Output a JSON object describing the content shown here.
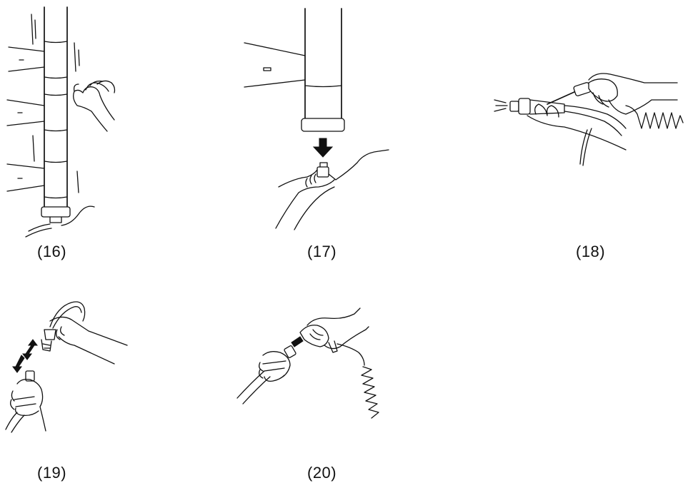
{
  "figure": {
    "panels": [
      {
        "id": "16",
        "caption": "(16)"
      },
      {
        "id": "17",
        "caption": "(17)"
      },
      {
        "id": "18",
        "caption": "(18)"
      },
      {
        "id": "19",
        "caption": "(19)"
      },
      {
        "id": "20",
        "caption": "(20)"
      }
    ]
  }
}
